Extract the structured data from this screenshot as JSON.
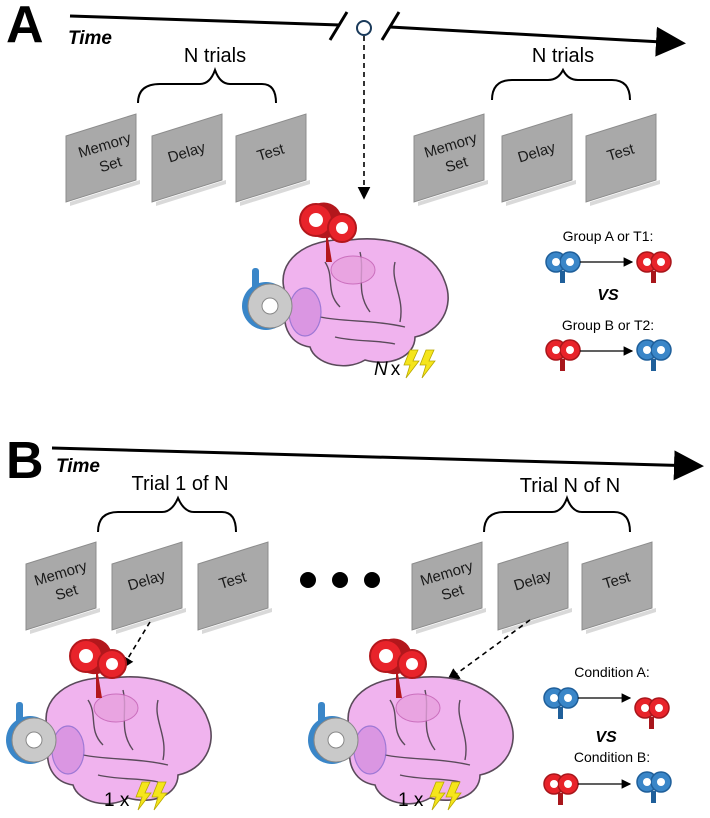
{
  "colors": {
    "coil_red": "#e8232a",
    "coil_blue": "#3a86c8",
    "brain_pink": "#f0b3ee",
    "card_gray": "#a9a9a9",
    "bolt_yellow": "#f5e51b"
  },
  "panel_a": {
    "letter": "A",
    "time_label": "Time",
    "left_block_label": "N trials",
    "right_block_label": "N trials",
    "cards": [
      "Memory Set",
      "Delay",
      "Test"
    ],
    "legend": {
      "top_label": "Group A or T1:",
      "vs": "VS",
      "bottom_label": "Group B or T2:"
    },
    "stim_count": {
      "n": "N",
      "x": "x"
    }
  },
  "panel_b": {
    "letter": "B",
    "time_label": "Time",
    "left_block_label": "Trial 1 of N",
    "right_block_label": "Trial N of N",
    "cards": [
      "Memory Set",
      "Delay",
      "Test"
    ],
    "legend": {
      "top_label": "Condition A:",
      "vs": "VS",
      "bottom_label": "Condition B:"
    },
    "stim_count_left": "1 x",
    "stim_count_right": "1 x"
  }
}
